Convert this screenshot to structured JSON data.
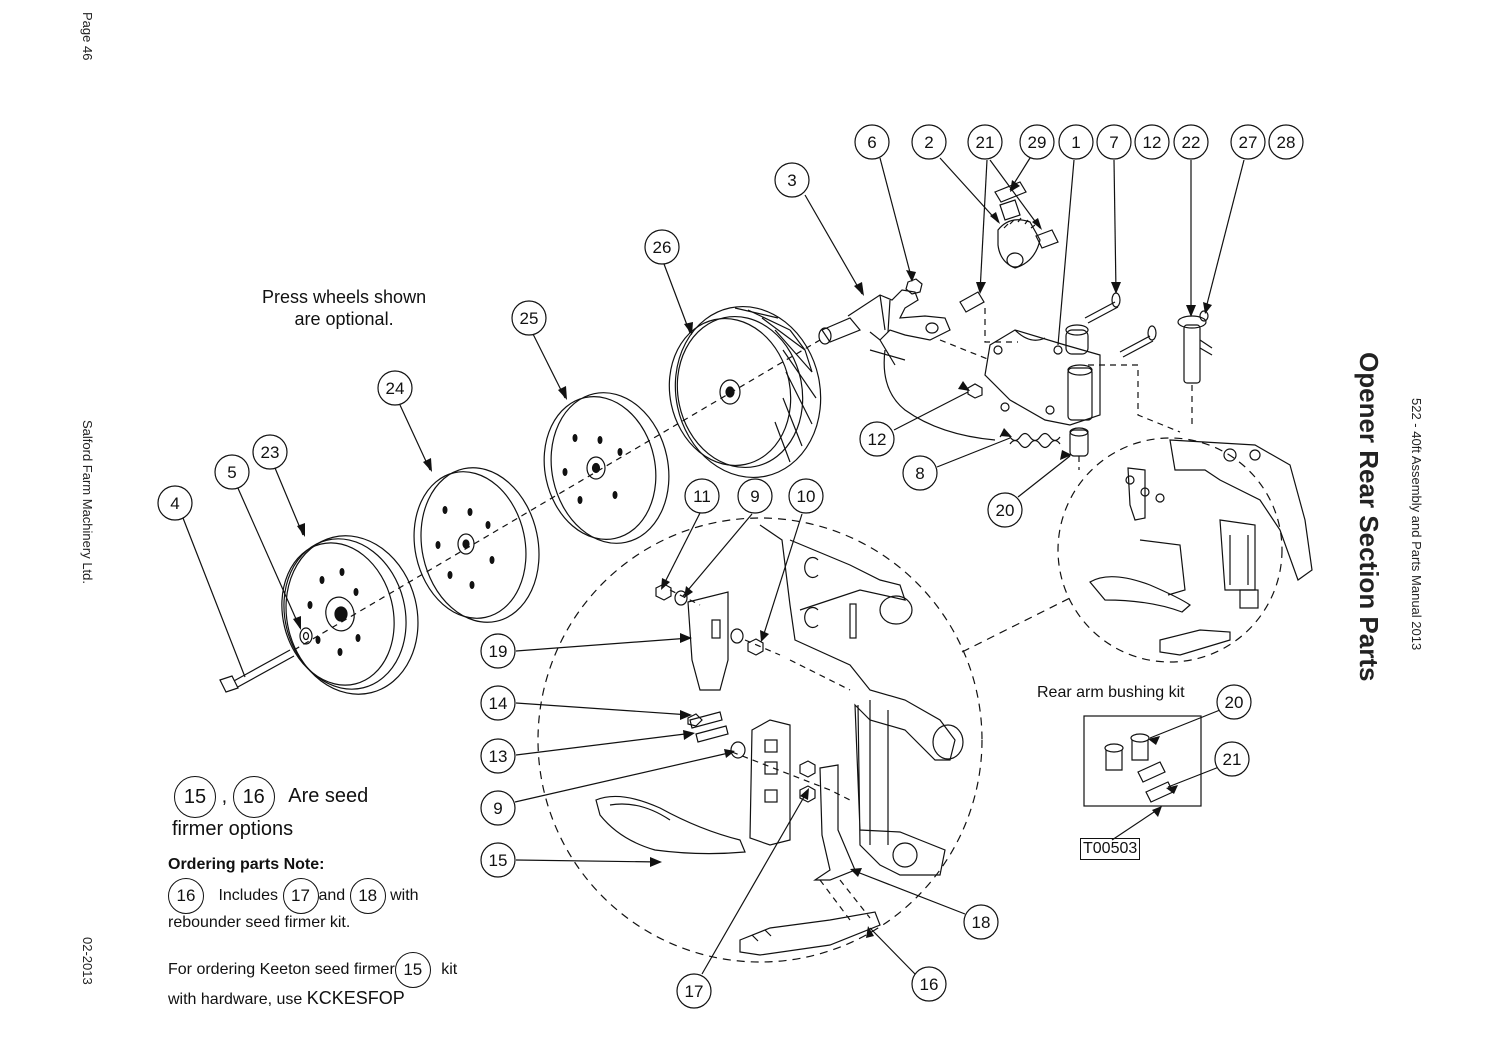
{
  "side": {
    "page": "Page 46",
    "company": "Salford Farm Machinery Ltd.",
    "date": "02-2013",
    "manual": "522 - 40ft Assembly and Parts Manual 2013",
    "title": "Opener Rear Section Parts"
  },
  "notes": {
    "press_wheels": [
      "Press wheels shown",
      "are optional."
    ],
    "firmer_a": "15",
    "firmer_comma": ",",
    "firmer_b": "16",
    "firmer_text1": "Are seed",
    "firmer_text2": "firmer options",
    "ordering_title": "Ordering parts Note:",
    "line1_c1": "16",
    "line1_t1": "Includes",
    "line1_c2": "17",
    "line1_t2": "and",
    "line1_c3": "18",
    "line1_t3": "with",
    "line2": "rebounder seed firmer kit.",
    "line3_t1": "For ordering Keeton seed firmer",
    "line3_c1": "15",
    "line3_t2": "kit",
    "line4_t1": "with hardware, use",
    "line4_t2": "KCKESFOP"
  },
  "kit": {
    "title": "Rear arm bushing kit",
    "code": "T00503",
    "callouts": [
      "20",
      "21"
    ]
  },
  "callouts": [
    {
      "id": "c6",
      "label": "6"
    },
    {
      "id": "c2",
      "label": "2"
    },
    {
      "id": "c21a",
      "label": "21"
    },
    {
      "id": "c29",
      "label": "29"
    },
    {
      "id": "c1",
      "label": "1"
    },
    {
      "id": "c7",
      "label": "7"
    },
    {
      "id": "c12a",
      "label": "12"
    },
    {
      "id": "c22",
      "label": "22"
    },
    {
      "id": "c27",
      "label": "27"
    },
    {
      "id": "c28",
      "label": "28"
    },
    {
      "id": "c3",
      "label": "3"
    },
    {
      "id": "c26",
      "label": "26"
    },
    {
      "id": "c25",
      "label": "25"
    },
    {
      "id": "c24",
      "label": "24"
    },
    {
      "id": "c23",
      "label": "23"
    },
    {
      "id": "c5",
      "label": "5"
    },
    {
      "id": "c4",
      "label": "4"
    },
    {
      "id": "c12b",
      "label": "12"
    },
    {
      "id": "c8",
      "label": "8"
    },
    {
      "id": "c20",
      "label": "20"
    },
    {
      "id": "c11",
      "label": "11"
    },
    {
      "id": "c9a",
      "label": "9"
    },
    {
      "id": "c10",
      "label": "10"
    },
    {
      "id": "c19",
      "label": "19"
    },
    {
      "id": "c14",
      "label": "14"
    },
    {
      "id": "c13",
      "label": "13"
    },
    {
      "id": "c9b",
      "label": "9"
    },
    {
      "id": "c15",
      "label": "15"
    },
    {
      "id": "c18",
      "label": "18"
    },
    {
      "id": "c17",
      "label": "17"
    },
    {
      "id": "c16",
      "label": "16"
    }
  ],
  "colors": {
    "ink": "#111111",
    "paper": "#ffffff"
  }
}
